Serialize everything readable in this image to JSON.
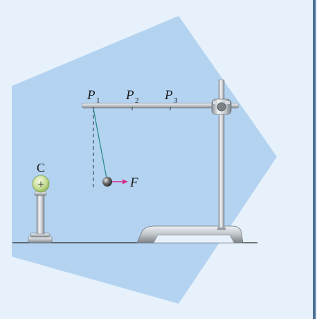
{
  "labels": {
    "charge_c": "C",
    "charge_sign": "+",
    "point_p1_letter": "P",
    "point_p1_sub": "1",
    "point_p2_letter": "P",
    "point_p2_sub": "2",
    "point_p3_letter": "P",
    "point_p3_sub": "3",
    "force": "F"
  },
  "colors": {
    "background": "#e6f1fb",
    "pentagon": "#b3d3f1",
    "border": "#4a6f94",
    "thread": "#2a8a8a",
    "force_arrow": "#d62a8a",
    "charge_ball": "#cfe3a3"
  }
}
